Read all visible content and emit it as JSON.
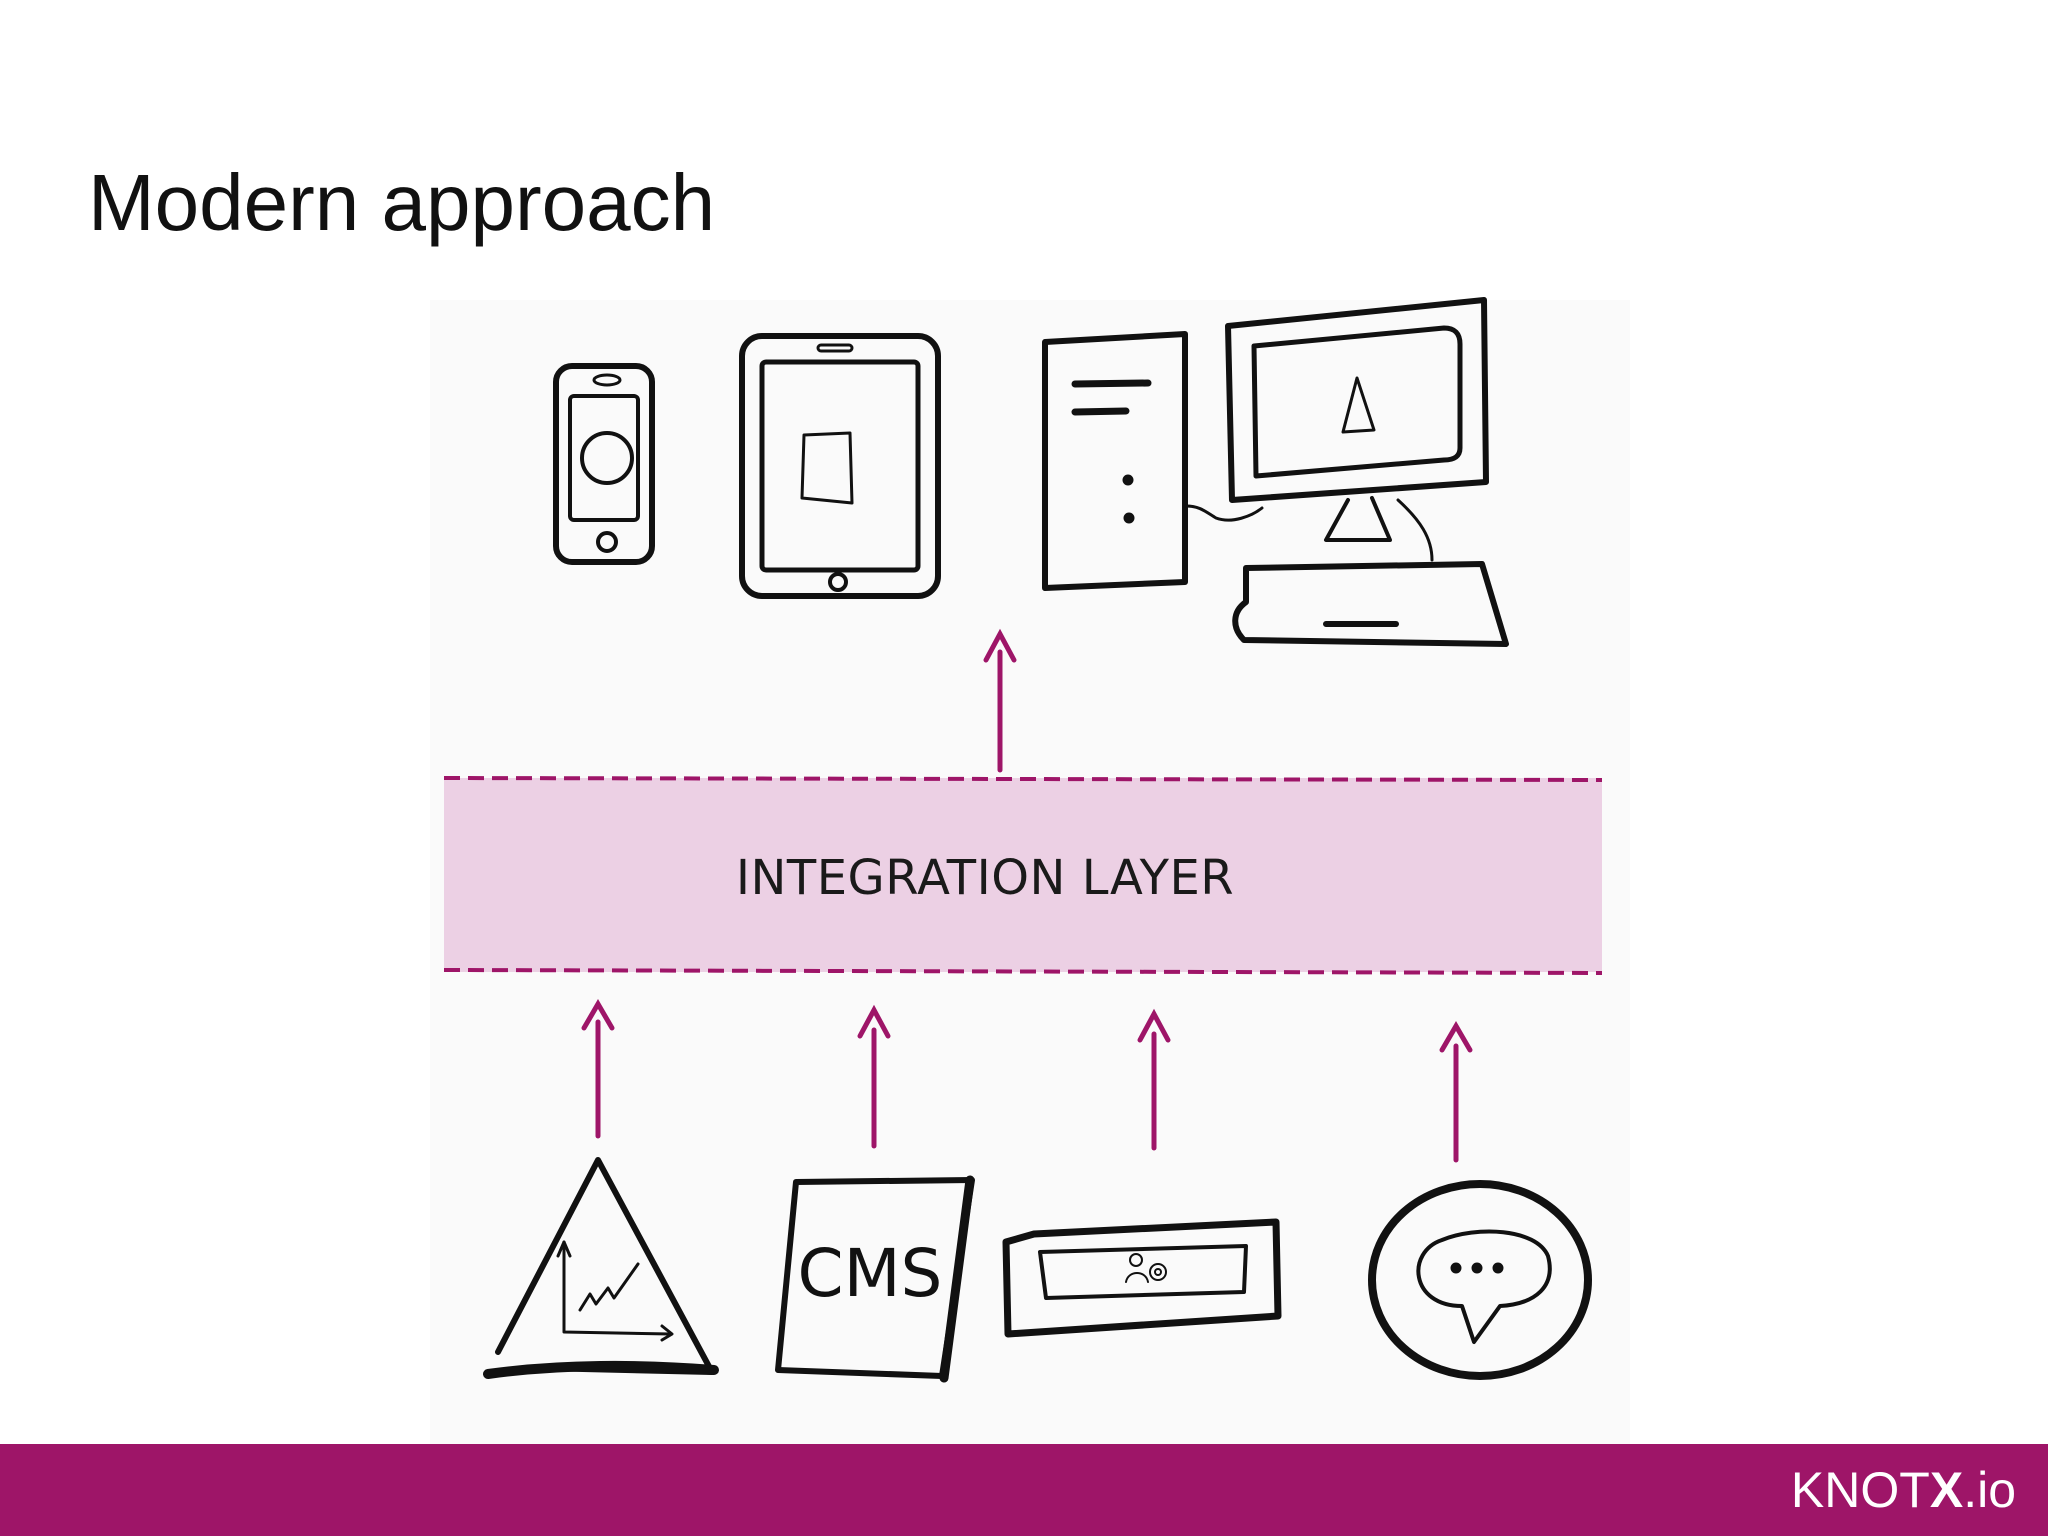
{
  "slide": {
    "title": "Modern approach"
  },
  "diagram": {
    "consumers": [
      {
        "icon": "smartphone-icon"
      },
      {
        "icon": "tablet-icon"
      },
      {
        "icon": "desktop-computer-icon"
      }
    ],
    "integration_layer": {
      "label": "INTEGRATION LAYER",
      "fill_color": "#ecd0e4",
      "border_color": "#9e1568"
    },
    "sources": [
      {
        "icon": "analytics-chart-icon",
        "label": ""
      },
      {
        "icon": "cms-document-icon",
        "label": "CMS"
      },
      {
        "icon": "user-settings-bar-icon",
        "label": ""
      },
      {
        "icon": "chat-bubble-icon",
        "label": ""
      }
    ],
    "arrow_color": "#9e1568"
  },
  "footer": {
    "brand_part1": "KNOT",
    "brand_part2": "X",
    "brand_part3": ".io",
    "bar_color": "#9e1568"
  }
}
